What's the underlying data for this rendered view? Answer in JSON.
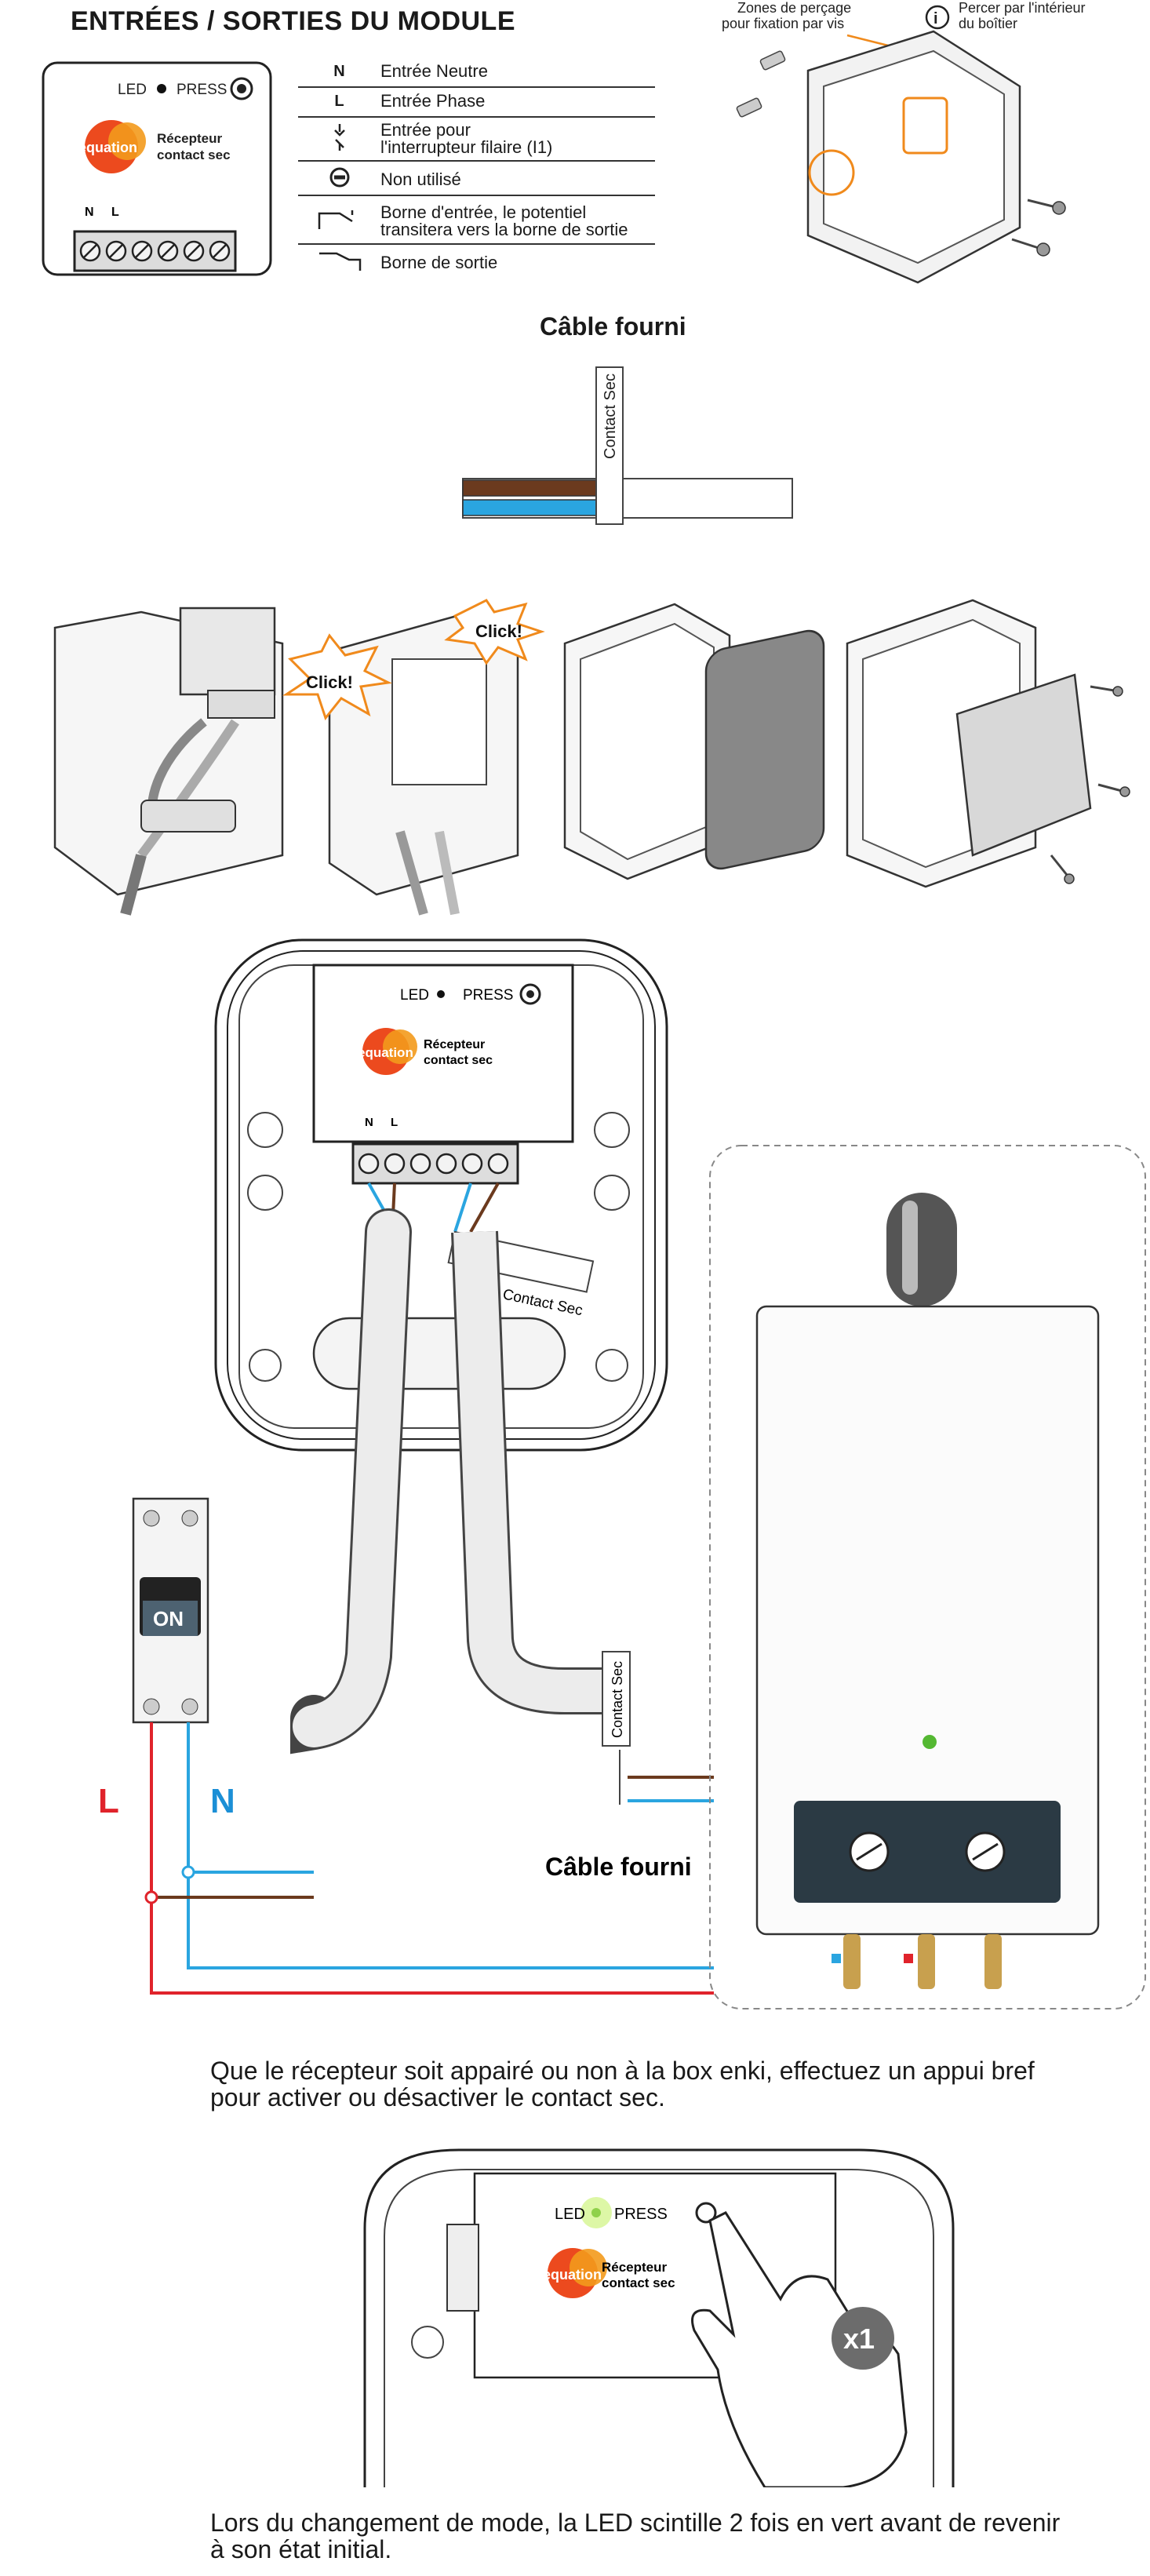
{
  "header": {
    "title": "ENTRÉES / SORTIES DU MODULE"
  },
  "module": {
    "led_label": "LED",
    "press_label": "PRESS",
    "brand": "equation",
    "product_line1": "Récepteur",
    "product_line2": "contact sec",
    "terminal_n": "N",
    "terminal_l": "L"
  },
  "legend": [
    {
      "symbol": "N",
      "label": "Entrée Neutre"
    },
    {
      "symbol": "L",
      "label": "Entrée Phase"
    },
    {
      "symbol": "switch-input-icon",
      "label": "Entrée pour",
      "label2": "l'interrupteur filaire (I1)"
    },
    {
      "symbol": "unused-icon",
      "label": "Non utilisé"
    },
    {
      "symbol": "input-terminal-icon",
      "label": "Borne d'entrée, le potentiel",
      "label2": "transitera vers la borne de sortie"
    },
    {
      "symbol": "output-terminal-icon",
      "label": "Borne de sortie"
    }
  ],
  "mounting": {
    "drill_zones": "Zones de perçage",
    "drill_zones2": "pour fixation par vis",
    "drill_inside": "Percer par l'intérieur",
    "drill_inside2": "du boîtier"
  },
  "cable": {
    "title": "Câble fourni",
    "sleeve_label": "Contact Sec"
  },
  "steps": {
    "click1": "Click!",
    "click2": "Click!"
  },
  "wiring": {
    "breaker_label": "ON",
    "phase_label": "L",
    "neutral_label": "N",
    "cable_caption": "Câble fourni",
    "sleeve_label": "Contact Sec"
  },
  "instructions": {
    "pairing_line1": "Que le récepteur soit appairé ou non à la box enki, effectuez un appui bref",
    "pairing_line2": "pour activer ou désactiver le contact sec.",
    "press_count": "x1",
    "led_line1": "Lors du changement de mode, la LED scintille 2 fois en vert avant de revenir",
    "led_line2": "à son état initial."
  },
  "colors": {
    "brown": "#6b3a1e",
    "blue": "#2aa5e0",
    "red": "#e0232b",
    "orange": "#f08a1c",
    "accent_blue": "#1b8fd6"
  }
}
